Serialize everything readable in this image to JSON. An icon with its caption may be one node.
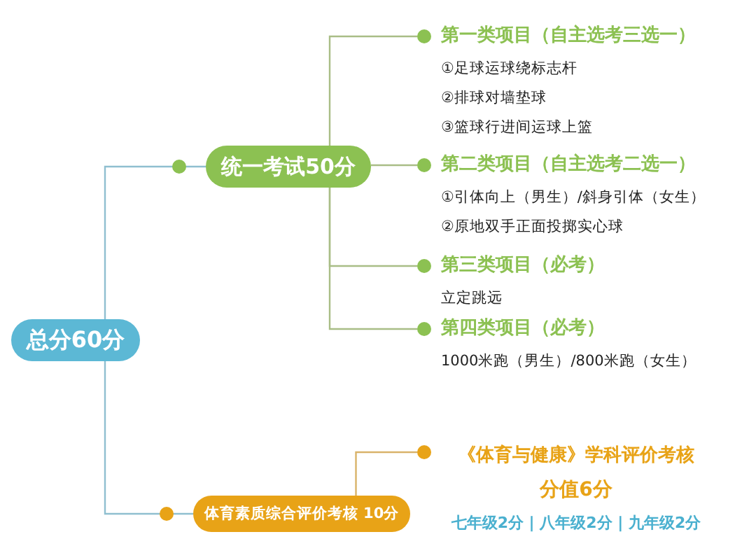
{
  "diagram": {
    "nodes": [
      {
        "text": [
          "总分60分"
        ]
      },
      {
        "text": [
          "统一考试50分"
        ]
      },
      {
        "text": [
          "体育素质综合评价考核 10分"
        ]
      },
      {
        "text": [
          "第一类项目（自主选考三选一）",
          "①足球运球绕标志杆",
          "②排球对墙垫球",
          "③篮球行进间运球上篮"
        ]
      },
      {
        "text": [
          "第二类项目（自主选考二选一）",
          "①引体向上（男生）/斜身引体（女生）",
          "②原地双手正面投掷实心球"
        ]
      },
      {
        "text": [
          "第三类项目（必考）",
          "立定跳远"
        ]
      },
      {
        "text": [
          "第四类项目（必考）",
          "1000米跑（男生）/800米跑（女生）"
        ]
      },
      {
        "text": [
          "《体育与健康》学科评价考核",
          "分值6分",
          "七年级2分 | 八年级2分 | 九年级2分"
        ]
      }
    ],
    "edges": [
      {
        "from": 0,
        "to": 1,
        "arrow": "other",
        "color": "#8fbfd0"
      },
      {
        "from": 0,
        "to": 2,
        "arrow": "other",
        "color": "#8fbfd0"
      },
      {
        "from": 1,
        "to": 3,
        "arrow": "other"
      },
      {
        "from": 1,
        "to": 4,
        "arrow": "other"
      },
      {
        "from": 1,
        "to": 5,
        "arrow": "other"
      },
      {
        "from": 1,
        "to": 6,
        "arrow": "other"
      },
      {
        "from": 2,
        "to": 7,
        "arrow": "other",
        "color": "#d9b36a"
      }
    ]
  }
}
